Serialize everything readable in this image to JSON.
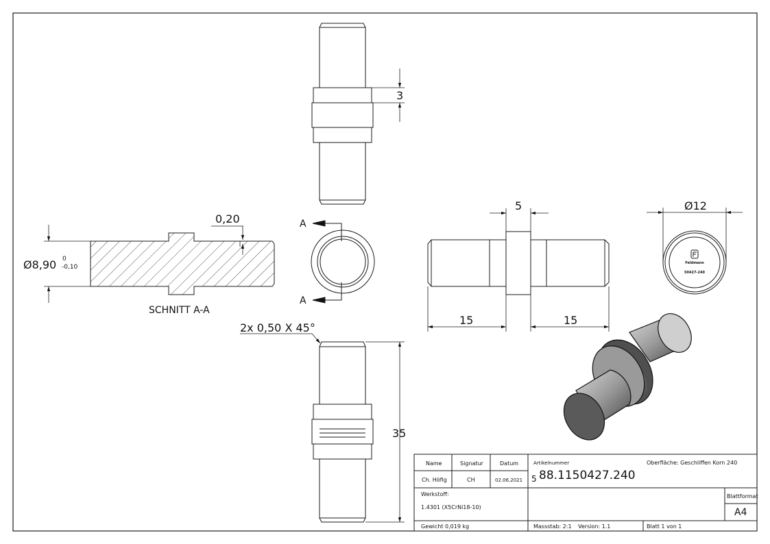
{
  "dimensions": {
    "d_top": "3",
    "d_flange": "5",
    "d_len_left": "15",
    "d_len_right": "15",
    "d_diameter": "Ø12",
    "d_total": "35",
    "d_chamfer": "2x 0,50 X 45°",
    "d_groove": "0,20",
    "d_section_dia": "Ø8,90",
    "d_tol_upper": "0",
    "d_tol_lower": "-0,10"
  },
  "section": {
    "label": "SCHNITT A-A",
    "marker": "A"
  },
  "engraving": {
    "brand": "Feldmann",
    "code": "50427-240"
  },
  "title_block": {
    "hdr_name": "Name",
    "hdr_signature": "Signatur",
    "hdr_date": "Datum",
    "name": "Ch. Höfig",
    "signature": "CH",
    "date": "02.06.2021",
    "article_label": "Artikelnummer",
    "article_number": "88.1150427.240",
    "article_prefix": "5",
    "surface": "Oberfläche:  Geschliffen Korn 240",
    "material_label": "Werkstoff:",
    "material": "1.4301 (X5CrNi18-10)",
    "weight": "Gewicht 0,019 kg",
    "scale": "Massstab: 2:1",
    "version": "Version: 1.1",
    "sheet": "Blatt 1 von 1",
    "format_label": "Blattformat",
    "format": "A4"
  },
  "colors": {
    "line": "#1a1a1a",
    "shade_dark": "#555555",
    "shade_light": "#b8b8b8"
  }
}
